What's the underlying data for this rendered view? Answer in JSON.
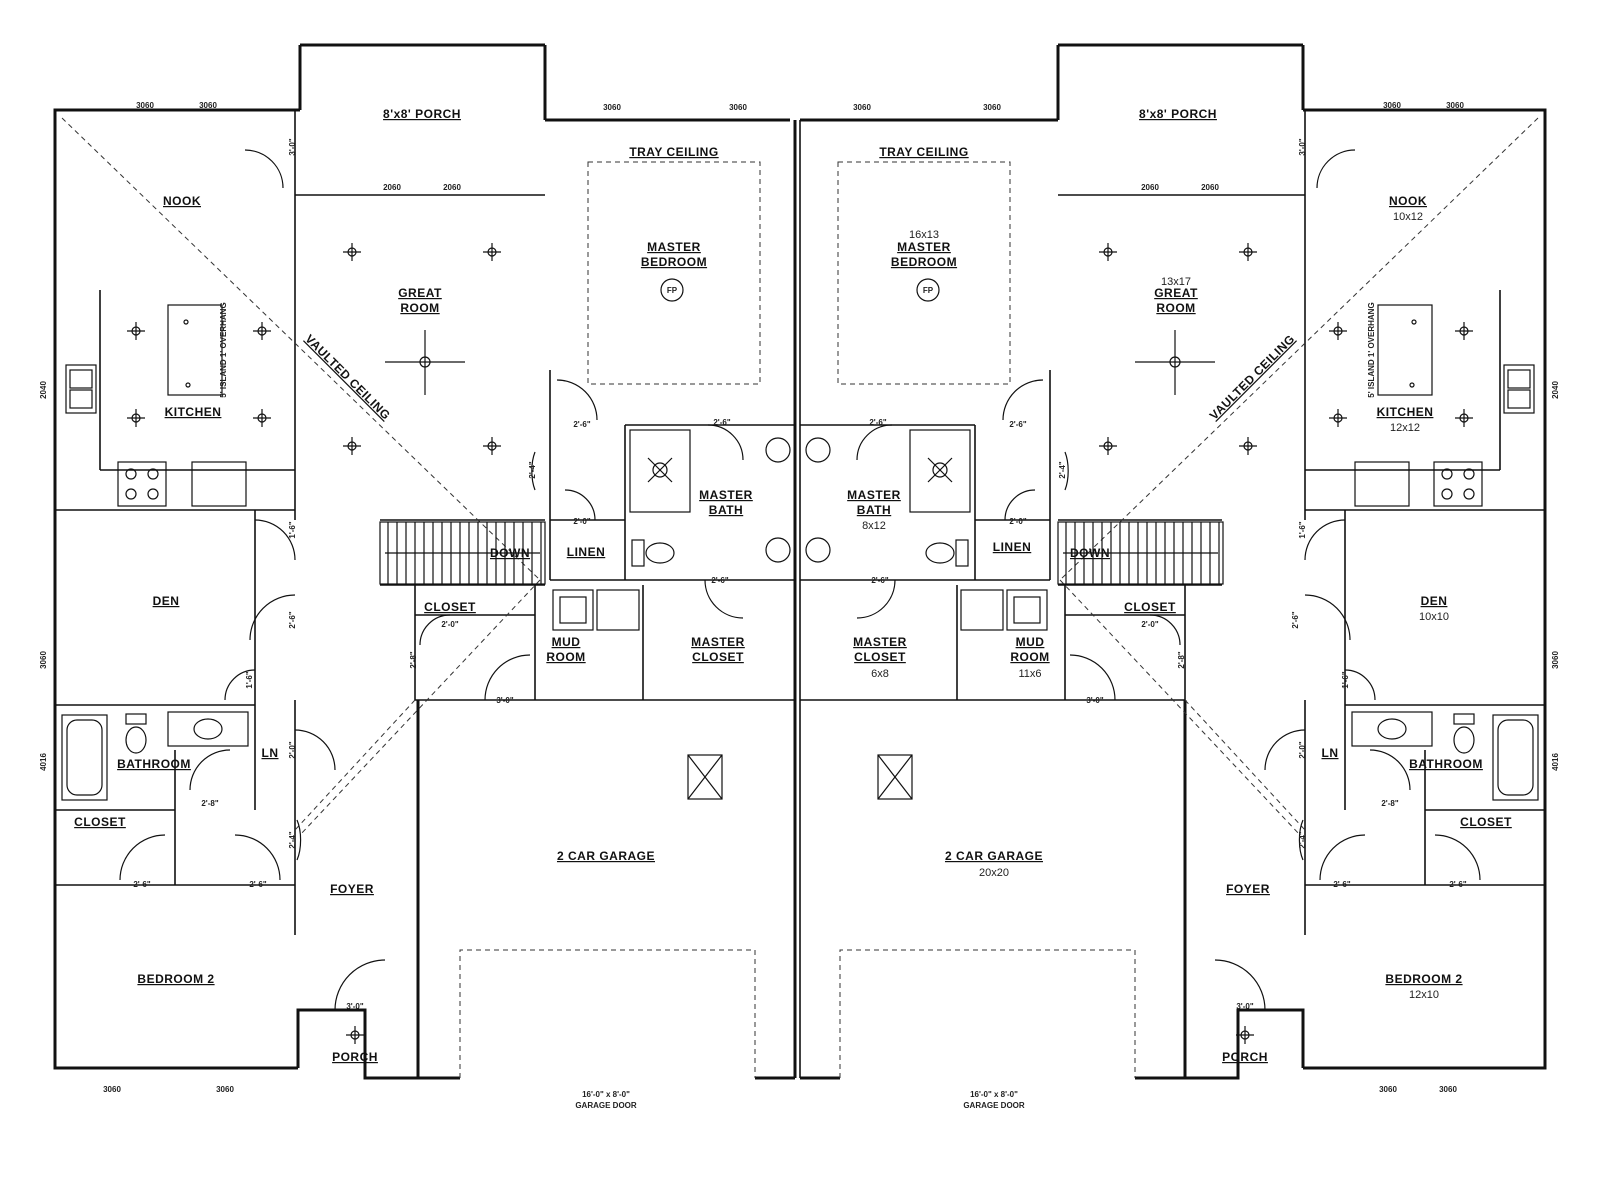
{
  "left_unit": {
    "porch_top": "8'x8' PORCH",
    "tray_ceiling": "TRAY CEILING",
    "nook": "NOOK",
    "great_room_1": "GREAT",
    "great_room_2": "ROOM",
    "master_bedroom_1": "MASTER",
    "master_bedroom_2": "BEDROOM",
    "kitchen": "KITCHEN",
    "island_note": "5' ISLAND 1' OVERHANG",
    "vaulted_ceiling": "VAULTED CEILING",
    "master_bath_1": "MASTER",
    "master_bath_2": "BATH",
    "linen": "LINEN",
    "down": "DOWN",
    "den": "DEN",
    "closet_small": "CLOSET",
    "mud_room_1": "MUD",
    "mud_room_2": "ROOM",
    "master_closet_1": "MASTER",
    "master_closet_2": "CLOSET",
    "bathroom": "BATHROOM",
    "ln": "LN",
    "closet": "CLOSET",
    "garage": "2 CAR GARAGE",
    "foyer": "FOYER",
    "bedroom2": "BEDROOM 2",
    "porch_bottom": "PORCH",
    "garage_door_1": "16'-0\" x 8'-0\"",
    "garage_door_2": "GARAGE DOOR"
  },
  "right_unit": {
    "porch_top": "8'x8' PORCH",
    "tray_ceiling": "TRAY CEILING",
    "master_bedroom_size": "16x13",
    "master_bedroom_1": "MASTER",
    "master_bedroom_2": "BEDROOM",
    "great_room_size": "13x17",
    "great_room_1": "GREAT",
    "great_room_2": "ROOM",
    "nook": "NOOK",
    "nook_size": "10x12",
    "kitchen": "KITCHEN",
    "kitchen_size": "12x12",
    "island_note": "5' ISLAND 1' OVERHANG",
    "vaulted_ceiling": "VAULTED CEILING",
    "master_bath_1": "MASTER",
    "master_bath_2": "BATH",
    "master_bath_size": "8x12",
    "linen": "LINEN",
    "down": "DOWN",
    "closet_small": "CLOSET",
    "den": "DEN",
    "den_size": "10x10",
    "master_closet_1": "MASTER",
    "master_closet_2": "CLOSET",
    "master_closet_size": "6x8",
    "mud_room_1": "MUD",
    "mud_room_2": "ROOM",
    "mud_room_size": "11x6",
    "ln": "LN",
    "bathroom": "BATHROOM",
    "closet": "CLOSET",
    "garage": "2 CAR GARAGE",
    "garage_size": "20x20",
    "foyer": "FOYER",
    "bedroom2": "BEDROOM 2",
    "bedroom2_size": "12x10",
    "porch_bottom": "PORCH",
    "garage_door_1": "16'-0\" x 8'-0\"",
    "garage_door_2": "GARAGE DOOR"
  },
  "window_tags": {
    "w3060": "3060",
    "w2060": "2060",
    "w2040": "2040",
    "w4016": "4016"
  },
  "door_tags": {
    "d30": "3'-0\"",
    "d28": "2'-8\"",
    "d26": "2'-6\"",
    "d20": "2'-0\"",
    "d24": "2'-4\"",
    "d16": "1'-6\""
  },
  "fixture_labels": {
    "fireplace": "FP"
  }
}
